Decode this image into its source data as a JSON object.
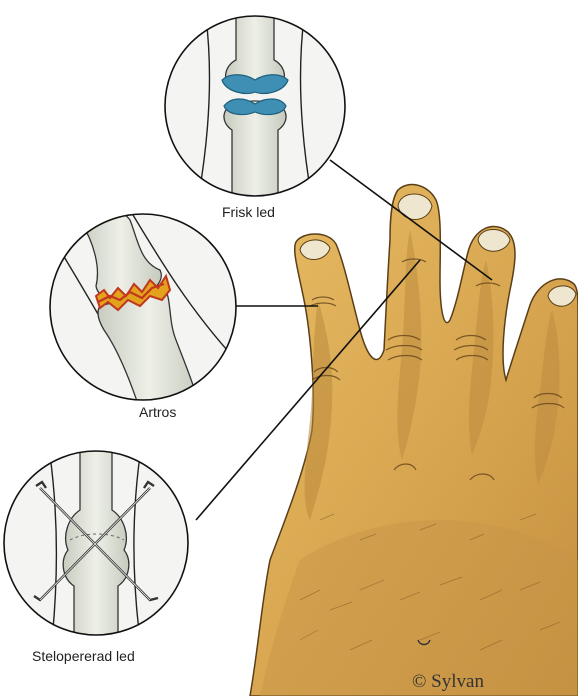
{
  "labels": {
    "healthy": "Frisk led",
    "arthritis": "Artros",
    "fused": "Stelopererad led"
  },
  "copyright": "© Sylvan",
  "colors": {
    "skin": "#d9a751",
    "skin_shadow": "#a87a3a",
    "cartilage": "#3f8fb5",
    "inflammation": "#e2a21c",
    "inflammation_red": "#c2361f",
    "bone": "#d8dcd0",
    "line": "#111111"
  }
}
